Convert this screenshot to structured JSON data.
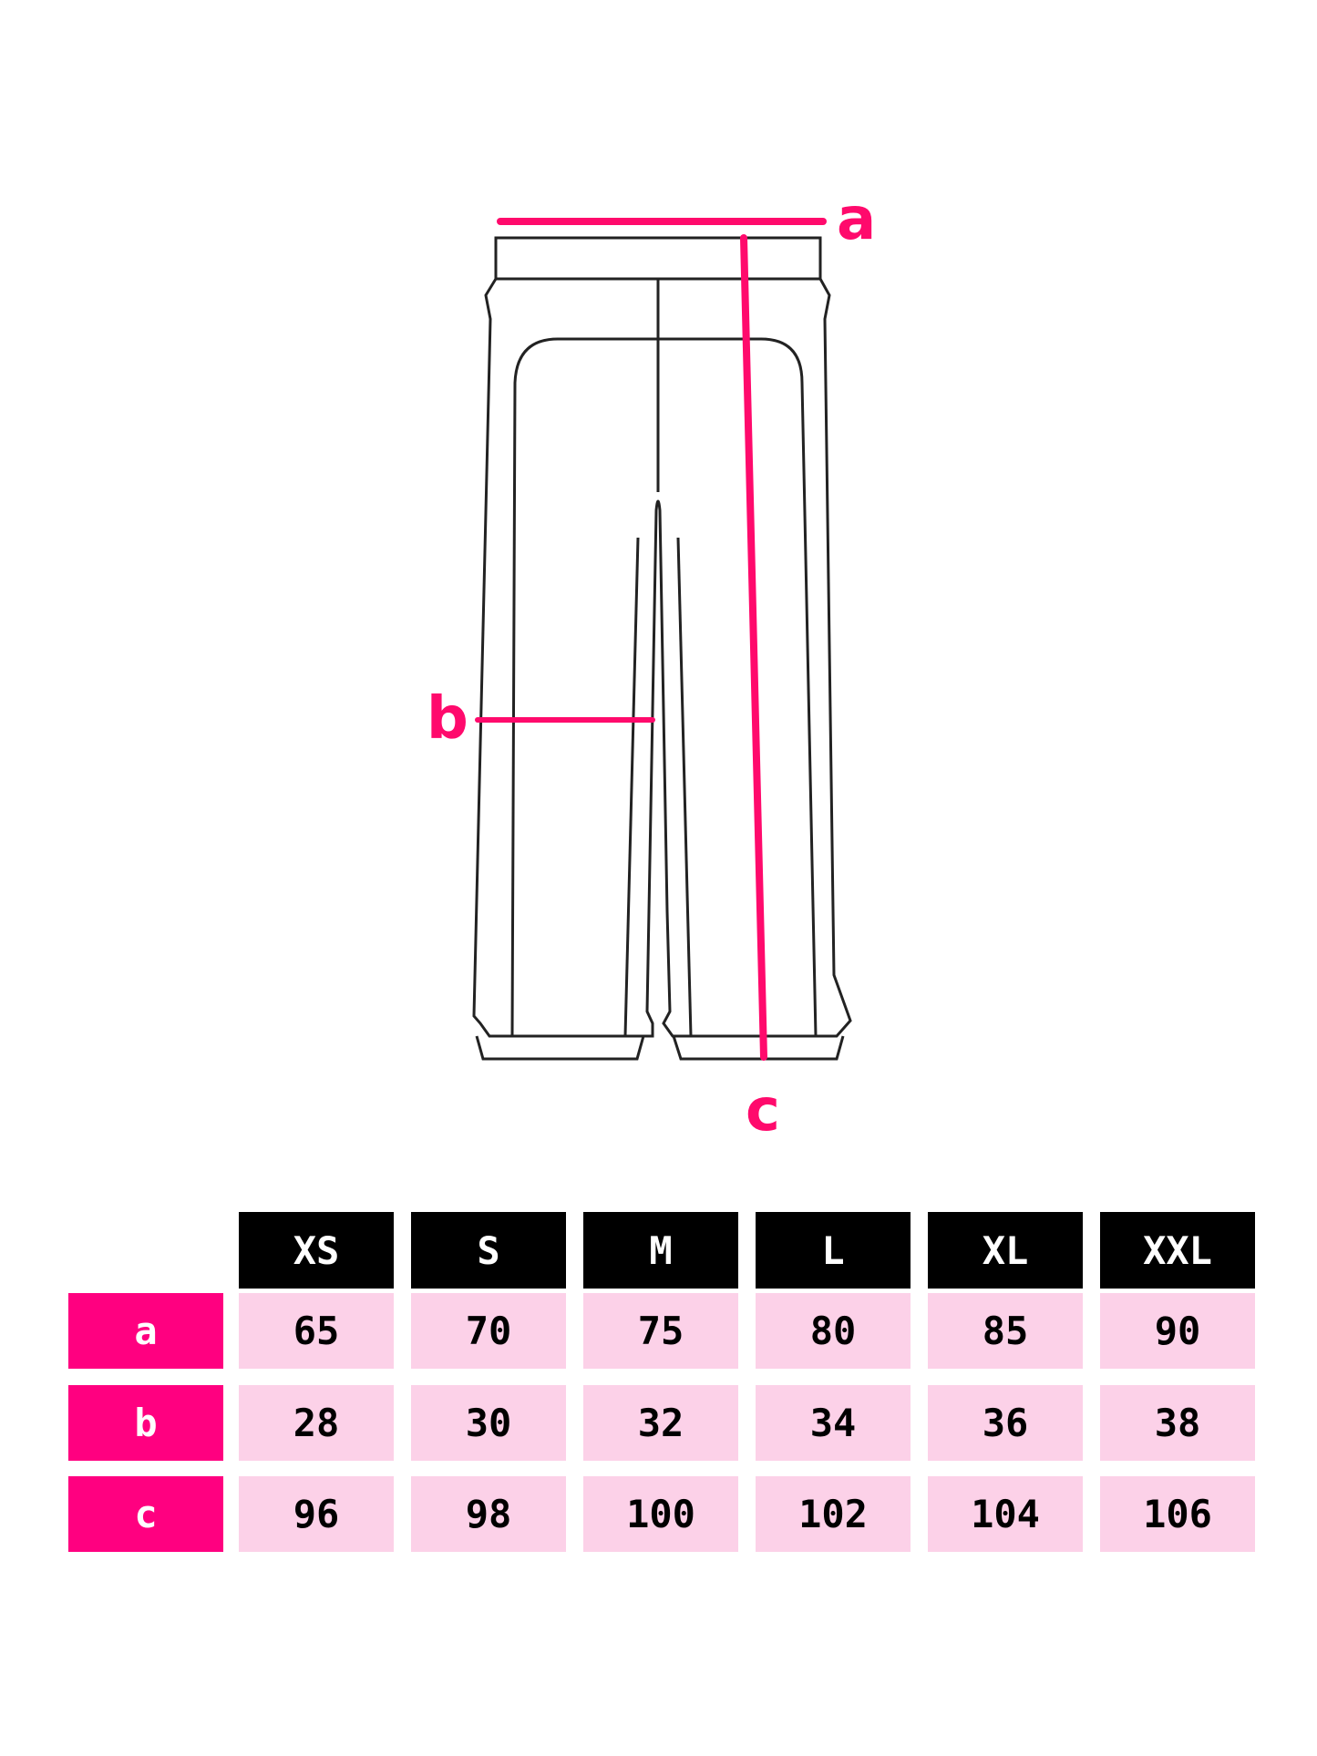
{
  "diagram": {
    "garment": "pants",
    "measurement_labels": {
      "a": "a",
      "b": "b",
      "c": "c"
    },
    "accent_color": "#ff0a6c"
  },
  "table": {
    "sizes": [
      "XS",
      "S",
      "M",
      "L",
      "XL",
      "XXL"
    ],
    "rows": [
      {
        "label": "a",
        "values": [
          "65",
          "70",
          "75",
          "80",
          "85",
          "90"
        ]
      },
      {
        "label": "b",
        "values": [
          "28",
          "30",
          "32",
          "34",
          "36",
          "38"
        ]
      },
      {
        "label": "c",
        "values": [
          "96",
          "98",
          "100",
          "102",
          "104",
          "106"
        ]
      }
    ],
    "colors": {
      "header_bg": "#000000",
      "row_label_bg": "#ff0080",
      "cell_bg": "#fcd1e8"
    }
  },
  "chart_data": {
    "type": "table",
    "title": "",
    "categories": [
      "XS",
      "S",
      "M",
      "L",
      "XL",
      "XXL"
    ],
    "series": [
      {
        "name": "a",
        "values": [
          65,
          70,
          75,
          80,
          85,
          90
        ]
      },
      {
        "name": "b",
        "values": [
          28,
          30,
          32,
          34,
          36,
          38
        ]
      },
      {
        "name": "c",
        "values": [
          96,
          98,
          100,
          102,
          104,
          106
        ]
      }
    ]
  }
}
